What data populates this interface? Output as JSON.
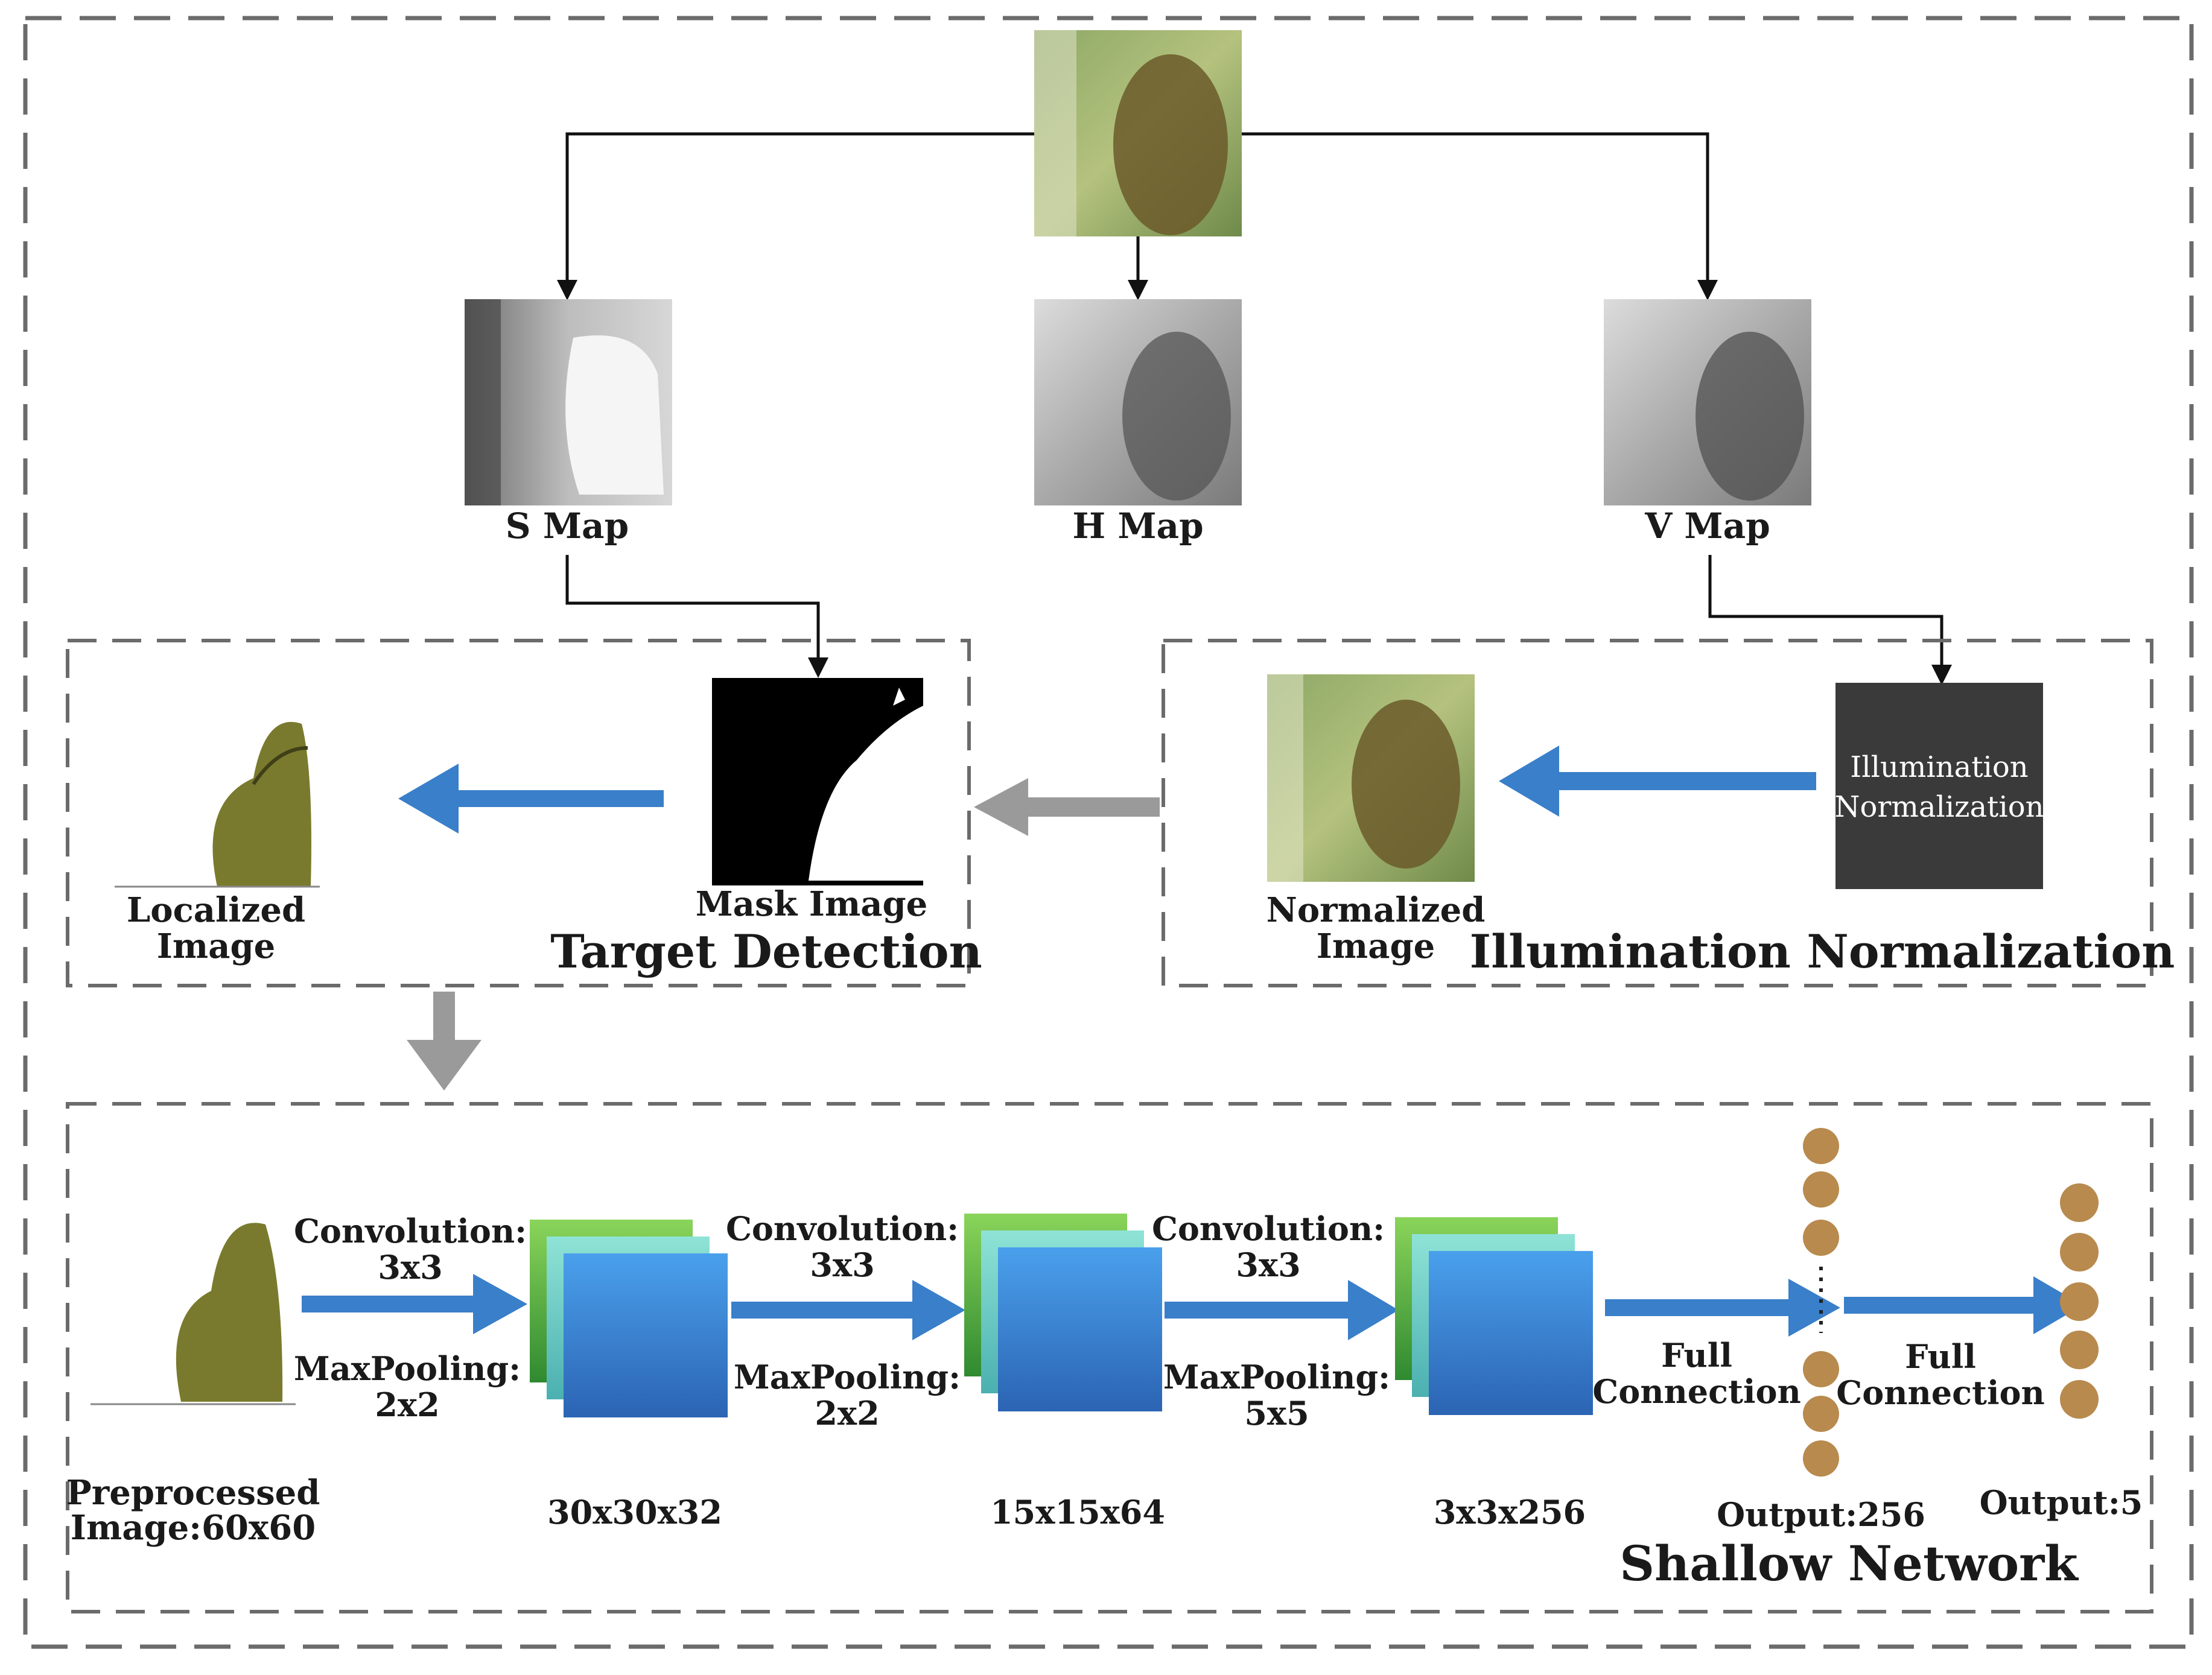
{
  "colors": {
    "frame_dash": "#6b6b6b",
    "connector": "#111111",
    "blue_arrow": "#3a7fc9",
    "gray_arrow": "#9a9a9a",
    "illum_box": "#3a3a3a",
    "layer_green": "#5fbf4a",
    "layer_teal": "#6fd0c8",
    "layer_blue": "#3a86d6",
    "neuron": "#b88a4e"
  },
  "maps": {
    "s_label": "S Map",
    "h_label": "H Map",
    "v_label": "V Map"
  },
  "target_detection": {
    "title": "Target Detection",
    "mask_label": "Mask Image",
    "localized_label_1": "Localized",
    "localized_label_2": "Image"
  },
  "illumination": {
    "title": "Illumination Normalization",
    "box_line_1": "Illumination",
    "box_line_2": "Normalization",
    "normalized_label_1": "Normalized",
    "normalized_label_2": "Image"
  },
  "network": {
    "title": "Shallow Network",
    "input_label_1": "Preprocessed",
    "input_label_2": "Image:60x60",
    "stages": [
      {
        "conv_1": "Convolution:",
        "conv_2": "3x3",
        "pool_1": "MaxPooling:",
        "pool_2": "2x2",
        "size": "30x30x32"
      },
      {
        "conv_1": "Convolution:",
        "conv_2": "3x3",
        "pool_1": "MaxPooling:",
        "pool_2": "2x2",
        "size": "15x15x64"
      },
      {
        "conv_1": "Convolution:",
        "conv_2": "3x3",
        "pool_1": "MaxPooling:",
        "pool_2": "5x5",
        "size": "3x3x256"
      }
    ],
    "fc1_1": "Full",
    "fc1_2": "Connection",
    "fc2_1": "Full",
    "fc2_2": "Connection",
    "output1": "Output:256",
    "output2": "Output:5"
  }
}
